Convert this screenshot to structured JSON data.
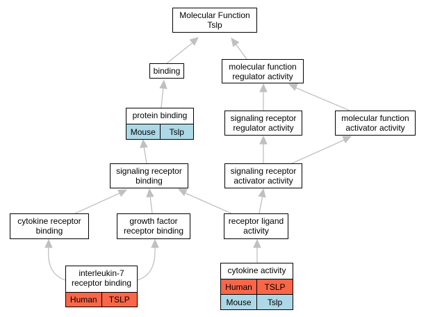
{
  "colors": {
    "edge": "#c0c0c0",
    "human": "#fa6648",
    "mouse": "#add8e6"
  },
  "nodes": {
    "root": [
      "Molecular Function",
      "Tslp"
    ],
    "binding": [
      "binding"
    ],
    "mfra": [
      "molecular function",
      "regulator activity"
    ],
    "protein_binding": [
      "protein binding"
    ],
    "srra": [
      "signaling receptor",
      "regulator activity"
    ],
    "mfaa": [
      "molecular function",
      "activator activity"
    ],
    "srb": [
      "signaling receptor",
      "binding"
    ],
    "sraa": [
      "signaling receptor",
      "activator activity"
    ],
    "crb": [
      "cytokine receptor",
      "binding"
    ],
    "gfrb": [
      "growth factor",
      "receptor binding"
    ],
    "rla": [
      "receptor ligand",
      "activity"
    ],
    "il7": [
      "interleukin-7",
      "receptor binding"
    ],
    "cytokine": [
      "cytokine activity"
    ]
  },
  "annotations": {
    "protein_binding": [
      [
        "Mouse",
        "Tslp"
      ]
    ],
    "il7": [
      [
        "Human",
        "TSLP"
      ]
    ],
    "cytokine": [
      [
        "Human",
        "TSLP"
      ],
      [
        "Mouse",
        "Tslp"
      ]
    ]
  }
}
